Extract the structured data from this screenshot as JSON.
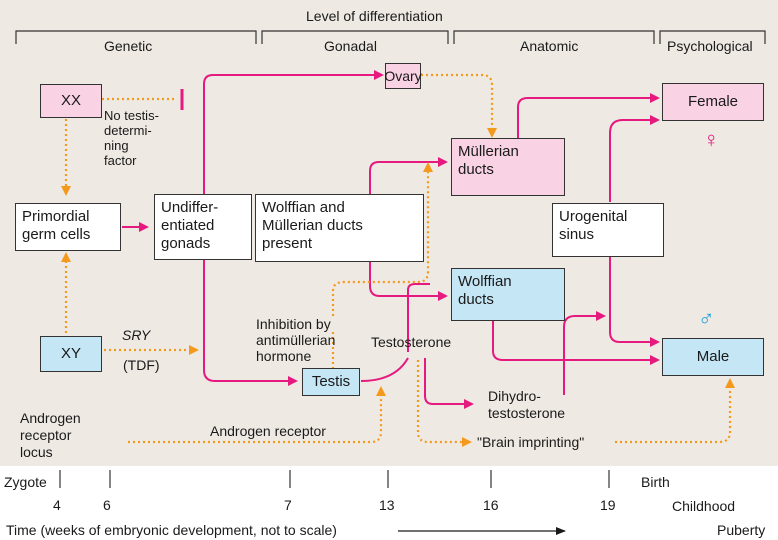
{
  "diagram": {
    "header": "Level of differentiation",
    "levels": [
      "Genetic",
      "Gonadal",
      "Anatomic",
      "Psychological"
    ],
    "nodes": {
      "xx": "XX",
      "xy": "XY",
      "ovary": "Ovary",
      "testis": "Testis",
      "primordial": "Primordial\ngerm cells",
      "undiff": "Undiffer-\nentiated\ngonads",
      "wolffmuller": "Wolffian and\nMüllerian ducts\npresent",
      "mullerian": "Müllerian\nducts",
      "wolffian": "Wolffian\nducts",
      "urogenital": "Urogenital\nsinus",
      "female": "Female",
      "male": "Male"
    },
    "labels": {
      "no_tdf": "No testis-\ndetermi-\nning\nfactor",
      "sry": "SRY",
      "tdf": "(TDF)",
      "inhibition": "Inhibition by\nantimüllerian\nhormone",
      "testosterone": "Testosterone",
      "dihydro": "Dihydro-\ntestosterone",
      "androgen_locus": "Androgen\nreceptor\nlocus",
      "androgen_receptor": "Androgen receptor",
      "brain": "\"Brain imprinting\""
    },
    "symbols": {
      "female": "♀",
      "male": "♂"
    },
    "timeline": {
      "zygote": "Zygote",
      "birth": "Birth",
      "childhood": "Childhood",
      "puberty": "Puberty",
      "weeks": [
        "4",
        "6",
        "7",
        "13",
        "16",
        "19"
      ],
      "axis_label": "Time (weeks of embryonic development, not to scale)"
    },
    "colors": {
      "panel": "#efe9e3",
      "magenta_arrow": "#e6197f",
      "orange_dotted_arrow": "#f39a1e",
      "pink_box": "#f9d3e3",
      "blue_box": "#c5e6f5",
      "female_symbol": "#e6197f",
      "male_symbol": "#1aa0d8"
    }
  }
}
